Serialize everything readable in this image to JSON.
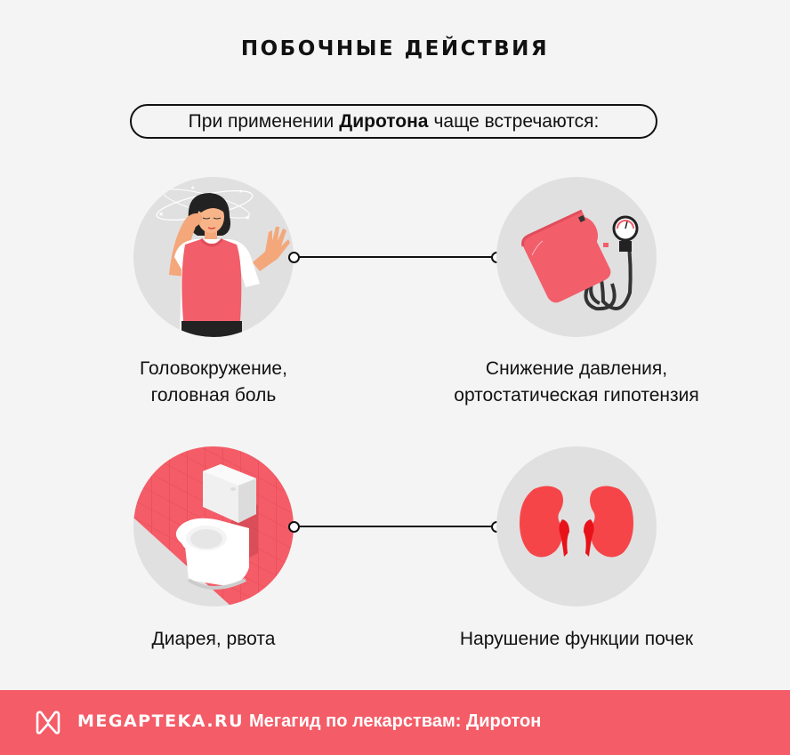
{
  "header": {
    "title": "ПОБОЧНЫЕ ДЕЙСТВИЯ",
    "subtitle_prefix": "При применении",
    "subtitle_drug": "Диротона",
    "subtitle_suffix": "чаще встречаются:"
  },
  "side_effects": [
    {
      "icon": "dizzy-woman-icon",
      "line1": "Головокружение,",
      "line2": "головная боль"
    },
    {
      "icon": "blood-pressure-monitor-icon",
      "line1": "Снижение давления,",
      "line2": "ортостатическая гипотензия"
    },
    {
      "icon": "toilet-icon",
      "line1": "Диарея, рвота"
    },
    {
      "icon": "kidneys-icon",
      "line1": "Нарушение функции почек"
    }
  ],
  "footer": {
    "logo_icon": "megapteka-logo-icon",
    "brand": "MEGAPTEKA.RU",
    "tagline": "Мегагид по лекарствам: Диротон"
  },
  "colors": {
    "accent": "#f45c67",
    "background": "#f4f4f4",
    "circle": "#e0e0e0",
    "text": "#111111",
    "kidney": "#f64548"
  }
}
